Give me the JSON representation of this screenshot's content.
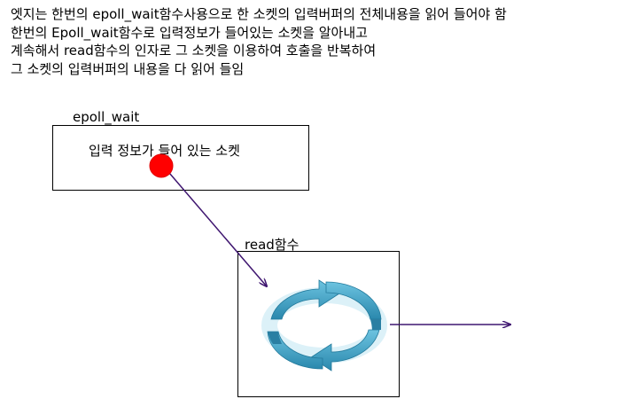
{
  "description_lines": [
    "엣지는 한번의 epoll_wait함수사용으로 한 소켓의 입력버퍼의 전체내용을 읽어 들어야 함",
    "한번의 Epoll_wait함수로 입력정보가 들어있는 소켓을 알아내고",
    "계속해서 read함수의 인자로 그 소켓을 이용하여 호출을 반복하여",
    "그 소켓의 입력버퍼의 내용을 다 읽어 들임"
  ],
  "epoll_box": {
    "label": "epoll_wait",
    "text": "입력 정보가 들어 있는 소켓"
  },
  "read_box": {
    "label": "read함수"
  },
  "colors": {
    "arrow": "#3f1670",
    "dot": "#ff0000",
    "cycle_light": "#5fb8d6",
    "cycle_dark": "#2e8fb3"
  },
  "icons": [
    "socket-dot-icon",
    "repeat-cycle-icon",
    "output-arrow-icon"
  ]
}
